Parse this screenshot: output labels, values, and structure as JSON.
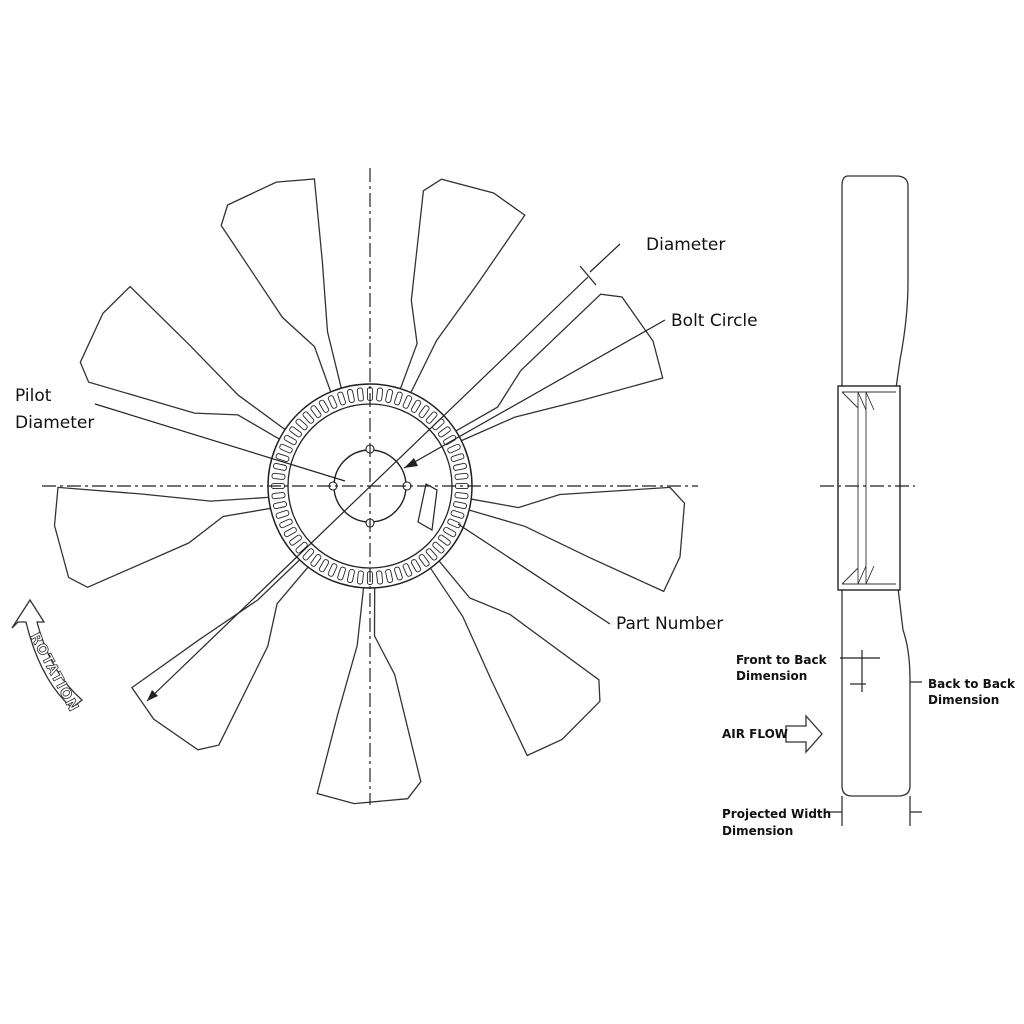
{
  "labels": {
    "diameter": "Diameter",
    "bolt_circle": "Bolt Circle",
    "pilot_line1": "Pilot",
    "pilot_line2": "Diameter",
    "part_number": "Part Number",
    "rotation": "ROTATION",
    "front_to_back_line1": "Front to Back",
    "front_to_back_line2": "Dimension",
    "back_to_back_line1": "Back to Back",
    "back_to_back_line2": "Dimension",
    "air_flow": "AIR FLOW",
    "projected_width_line1": "Projected Width",
    "projected_width_line2": "Dimension"
  },
  "fan": {
    "blade_count": 9,
    "slot_count": 60,
    "bolt_holes": 4
  },
  "colors": {
    "line": "#222222",
    "background": "#ffffff"
  }
}
